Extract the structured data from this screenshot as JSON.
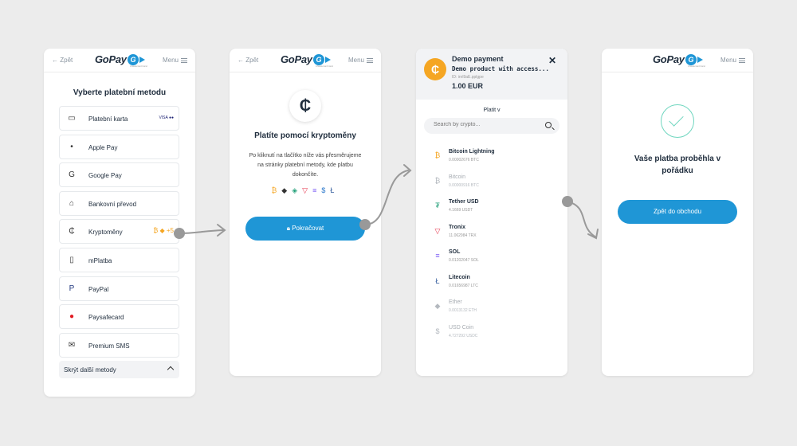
{
  "common": {
    "back_label": "Zpět",
    "menu_label": "Menu",
    "brand": "GoPay",
    "brand_mark": "G",
    "brand_sub": "A Mastercard brand"
  },
  "select_method": {
    "title": "Vyberte platební metodu",
    "methods": [
      {
        "label": "Platební karta",
        "icon": "card-icon",
        "badges": "VISA ●●"
      },
      {
        "label": "Apple Pay",
        "icon": "apple-pay-icon"
      },
      {
        "label": "Google Pay",
        "icon": "google-pay-icon"
      },
      {
        "label": "Bankovní převod",
        "icon": "bank-icon"
      },
      {
        "label": "Kryptoměny",
        "icon": "crypto-icon",
        "badges": "₿ ◆ +5"
      },
      {
        "label": "mPlatba",
        "icon": "phone-icon"
      },
      {
        "label": "PayPal",
        "icon": "paypal-icon"
      },
      {
        "label": "Paysafecard",
        "icon": "lock-icon"
      },
      {
        "label": "Premium SMS",
        "icon": "sms-icon"
      }
    ],
    "hide_more": "Skrýt další metody"
  },
  "crypto_intro": {
    "title": "Platíte pomocí kryptoměny",
    "description": "Po kliknutí na tlačítko níže vás přesměrujeme na stránky platební metody, kde platbu dokončíte.",
    "continue_label": "Pokračovat"
  },
  "demo_payment": {
    "title": "Demo payment",
    "product": "Demo product with access...",
    "id": "ID: inrl9aE.pplgpe",
    "amount": "1.00 EUR",
    "pay_in": "Platit v",
    "search_placeholder": "Search by crypto...",
    "coins": [
      {
        "name": "Bitcoin Lightning",
        "amount": "0.00002676 BTC",
        "color": "#f5a623",
        "dim": false
      },
      {
        "name": "Bitcoin",
        "amount": "0.00000916 BTC",
        "color": "#b4b9bf",
        "dim": true
      },
      {
        "name": "Tether USD",
        "amount": "4.1669 USDT",
        "color": "#26a17b",
        "dim": false
      },
      {
        "name": "Tronix",
        "amount": "11.062984 TRX",
        "color": "#e6334b",
        "dim": false
      },
      {
        "name": "SOL",
        "amount": "0.01202047 SOL",
        "color": "#7b5cf5",
        "dim": false
      },
      {
        "name": "Litecoin",
        "amount": "0.01656987 LTC",
        "color": "#345d9d",
        "dim": false
      },
      {
        "name": "Ether",
        "amount": "0.0013132 ETH",
        "color": "#b4b9bf",
        "dim": true
      },
      {
        "name": "USD Coin",
        "amount": "4.727292 USDC",
        "color": "#b4b9bf",
        "dim": true
      }
    ]
  },
  "success": {
    "title": "Vaše platba proběhla v pořádku",
    "back_to_shop": "Zpět do obchodu"
  },
  "colors": {
    "accent": "#1f96d6",
    "success": "#6fd6bf",
    "connector": "#999999"
  }
}
